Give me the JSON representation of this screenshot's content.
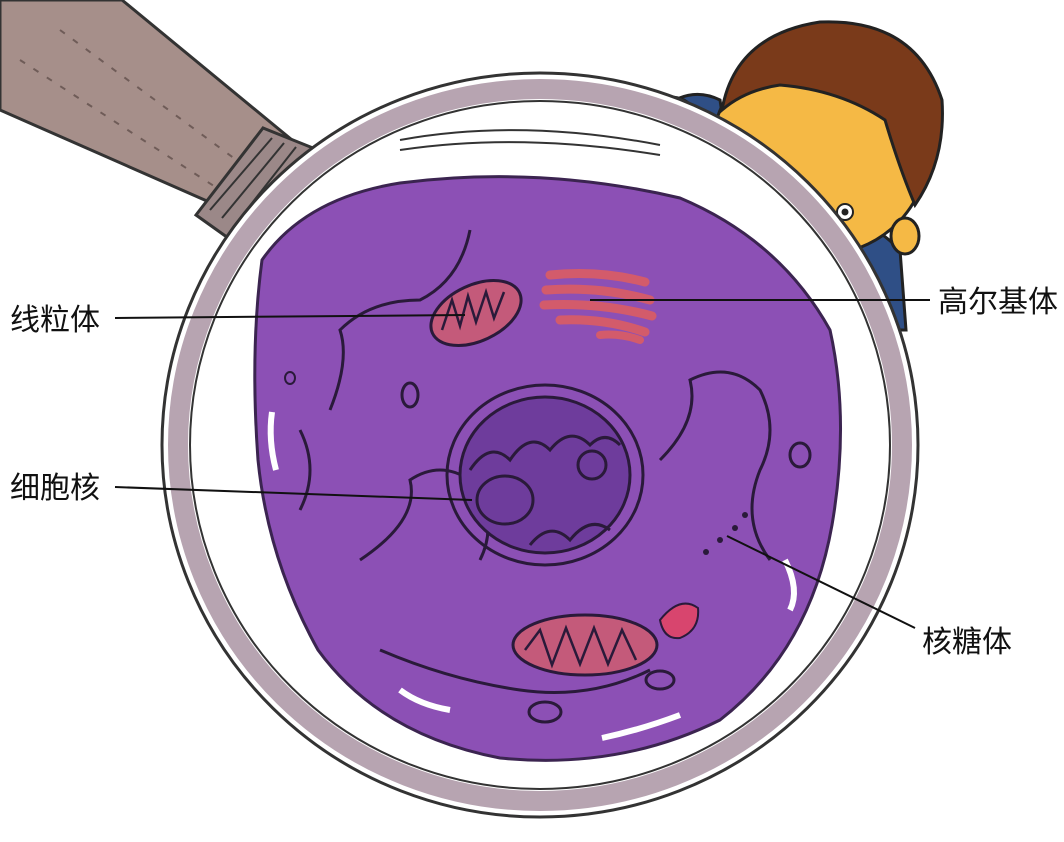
{
  "labels": {
    "mitochondria": "线粒体",
    "golgi": "高尔基体",
    "nucleus": "细胞核",
    "ribosome": "核糖体"
  },
  "colors": {
    "cytoplasm": "#8c50b5",
    "nucleus": "#6e3c9c",
    "mitochondria": "#c45a7a",
    "golgi": "#d35b6b",
    "lens_rim": "#b7a4b1",
    "handle": "#a68f8a",
    "skin": "#f5b945",
    "hair": "#7a3a1a",
    "shirt": "#2f4f86"
  }
}
